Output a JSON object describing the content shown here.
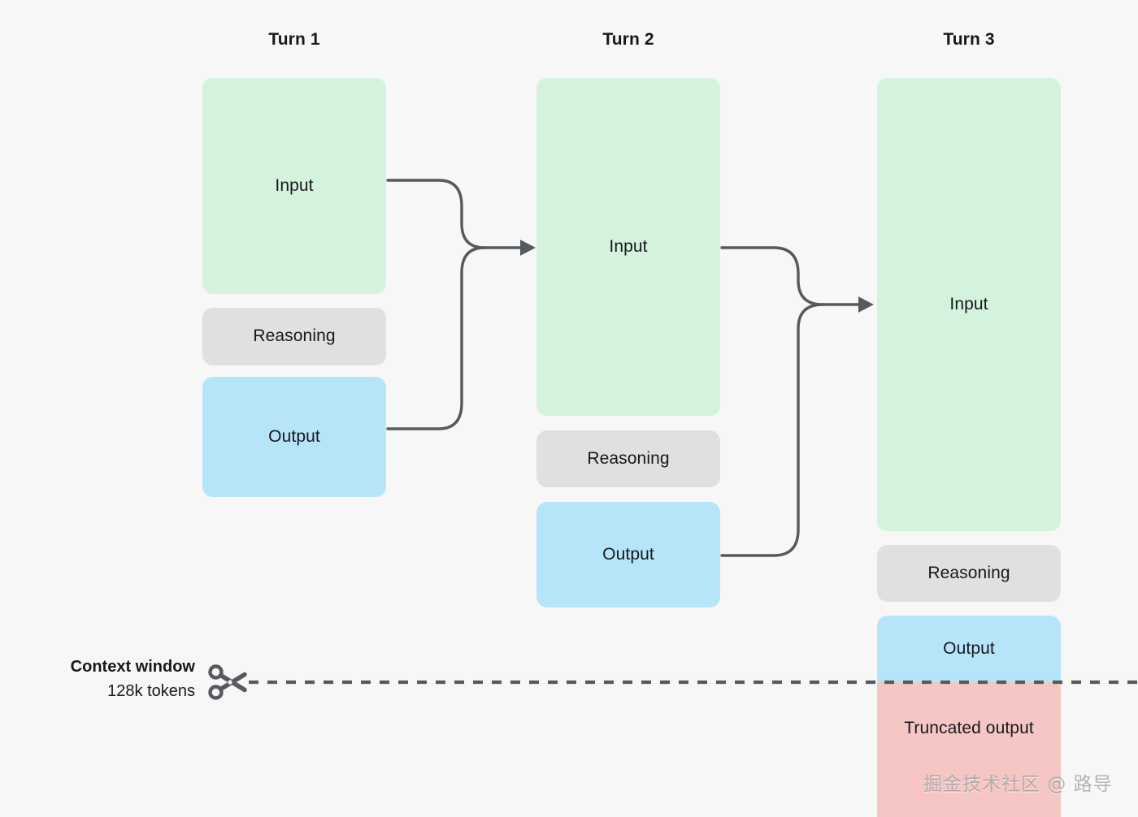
{
  "diagram": {
    "title_absent": true,
    "background_color": "#f7f7f7",
    "colors": {
      "input": "#d4f2dc",
      "reasoning": "#e0e0e0",
      "output": "#b6e5fa",
      "truncated": "#f5c6c3",
      "connector": "#565a5f",
      "dashed_line": "#565a5f",
      "text": "#16181d"
    },
    "columns": [
      {
        "header": "Turn 1",
        "blocks": [
          {
            "label": "Input",
            "kind": "input"
          },
          {
            "label": "Reasoning",
            "kind": "reasoning"
          },
          {
            "label": "Output",
            "kind": "output"
          }
        ]
      },
      {
        "header": "Turn 2",
        "blocks": [
          {
            "label": "Input",
            "kind": "input"
          },
          {
            "label": "Reasoning",
            "kind": "reasoning"
          },
          {
            "label": "Output",
            "kind": "output"
          }
        ]
      },
      {
        "header": "Turn 3",
        "blocks": [
          {
            "label": "Input",
            "kind": "input"
          },
          {
            "label": "Reasoning",
            "kind": "reasoning"
          },
          {
            "label": "Output",
            "kind": "output"
          },
          {
            "label": "Truncated output",
            "kind": "truncated"
          }
        ]
      }
    ],
    "connectors": [
      {
        "from": [
          "Turn 1 Input",
          "Turn 1 Output"
        ],
        "to": "Turn 2 Input",
        "style": "merge-arrow"
      },
      {
        "from": [
          "Turn 2 Input",
          "Turn 2 Output"
        ],
        "to": "Turn 3 Input",
        "style": "merge-arrow"
      }
    ],
    "context_window": {
      "title": "Context window",
      "subtitle": "128k tokens",
      "icon": "scissors-icon",
      "cut_line_style": "dashed"
    },
    "watermark": "掘金技术社区 @ 路导"
  }
}
